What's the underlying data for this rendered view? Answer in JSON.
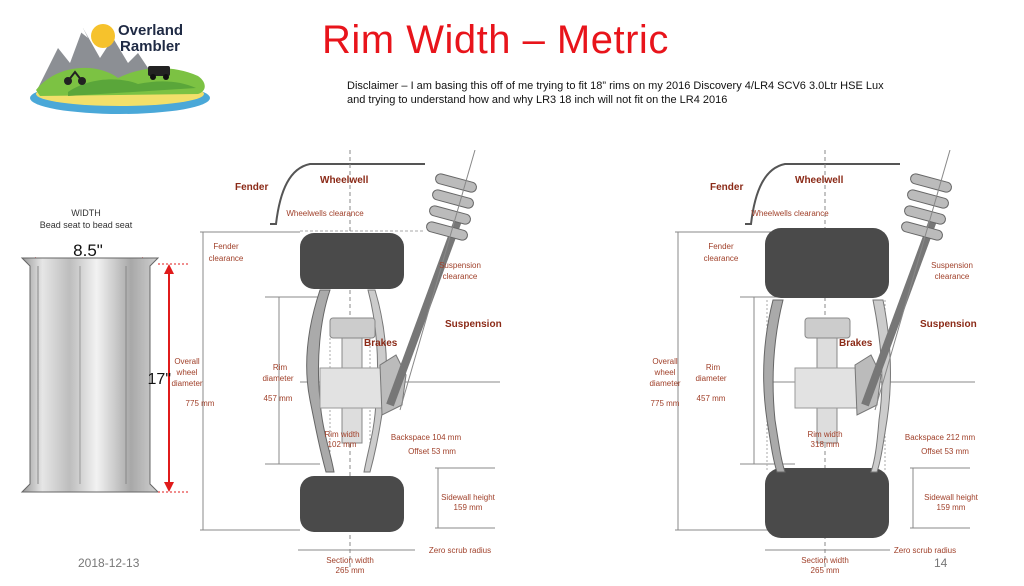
{
  "slide": {
    "title": "Rim Width – Metric",
    "disclaimer_line1": "Disclaimer – I am basing this off of me trying to fit 18” rims on my 2016 Discovery 4/LR4 SCV6 3.0Ltr HSE Lux",
    "disclaimer_line2": "and trying to understand how and why LR3 18 inch will not fit on the LR4 2016",
    "date": "2018-12-13",
    "page_number": "14"
  },
  "logo": {
    "line1": "Overland",
    "line2": "Rambler"
  },
  "rim_illustration": {
    "header": "WIDTH",
    "subheader": "Bead seat to bead seat",
    "width_value": "8.5\"",
    "height_value": "17\""
  },
  "diagram_left": {
    "fender": "Fender",
    "wheelwell": "Wheelwell",
    "wheelwells_clearance": "Wheelwells clearance",
    "fender_clearance_1": "Fender",
    "fender_clearance_2": "clearance",
    "suspension_clearance_1": "Suspension",
    "suspension_clearance_2": "clearance",
    "suspension": "Suspension",
    "brakes": "Brakes",
    "overall_1": "Overall",
    "overall_2": "wheel",
    "overall_3": "diameter",
    "overall_value": "775 mm",
    "rim_1": "Rim",
    "rim_2": "diameter",
    "rim_value": "457 mm",
    "rim_width_1": "Rim width",
    "rim_width_2": "102 mm",
    "backspace": "Backspace 104 mm",
    "offset": "Offset 53 mm",
    "sidewall_1": "Sidewall height",
    "sidewall_2": "159 mm",
    "zero_scrub": "Zero scrub radius",
    "section_1": "Section width",
    "section_2": "265 mm"
  },
  "diagram_right": {
    "fender": "Fender",
    "wheelwell": "Wheelwell",
    "wheelwells_clearance": "Wheelwells clearance",
    "fender_clearance_1": "Fender",
    "fender_clearance_2": "clearance",
    "suspension_clearance_1": "Suspension",
    "suspension_clearance_2": "clearance",
    "suspension": "Suspension",
    "brakes": "Brakes",
    "overall_1": "Overall",
    "overall_2": "wheel",
    "overall_3": "diameter",
    "overall_value": "775 mm",
    "rim_1": "Rim",
    "rim_2": "diameter",
    "rim_value": "457 mm",
    "rim_width_1": "Rim width",
    "rim_width_2": "318 mm",
    "backspace": "Backspace 212 mm",
    "offset": "Offset 53 mm",
    "sidewall_1": "Sidewall height",
    "sidewall_2": "159 mm",
    "zero_scrub": "Zero scrub radius",
    "section_1": "Section width",
    "section_2": "265 mm"
  },
  "colors": {
    "title": "#e8141b",
    "label_dark": "#8b2a17",
    "label_light": "#a0402a",
    "tire": "#4a4a4a"
  }
}
